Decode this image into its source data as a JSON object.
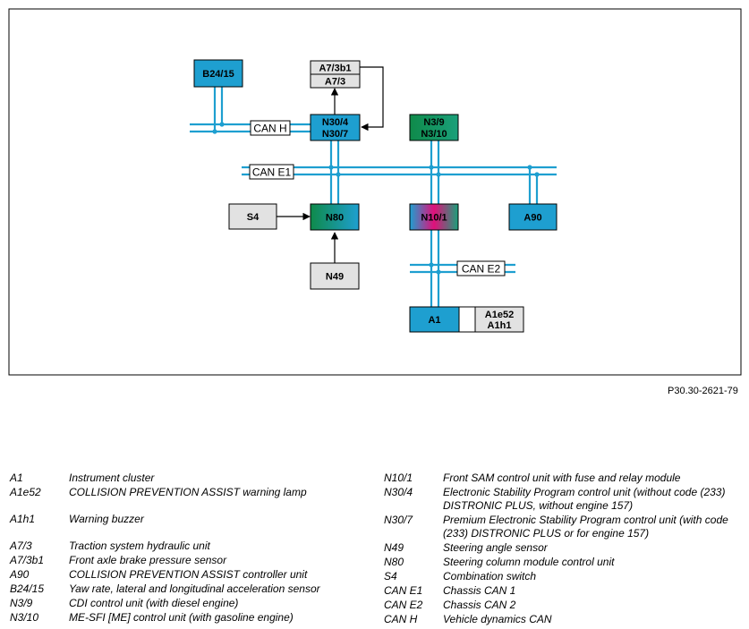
{
  "nodes": {
    "b24_15": "B24/15",
    "a7_3b1": "A7/3b1",
    "a7_3": "A7/3",
    "n30_4": "N30/4",
    "n30_7": "N30/7",
    "n3_9": "N3/9",
    "n3_10": "N3/10",
    "s4": "S4",
    "n80": "N80",
    "n10_1": "N10/1",
    "a90": "A90",
    "n49": "N49",
    "a1": "A1",
    "a1e52": "A1e52",
    "a1h1": "A1h1"
  },
  "buses": {
    "can_h": "CAN H",
    "can_e1": "CAN E1",
    "can_e2": "CAN E2"
  },
  "colors": {
    "bus": "#1e9fd0",
    "unit_blue": "#1e9fd0",
    "unit_green": "#0f8a4a",
    "unit_grey": "#e2e2e2",
    "unit_magenta": "#e0107a"
  },
  "reference": "P30.30-2621-79",
  "legend_left": [
    {
      "code": "A1",
      "desc": "Instrument cluster"
    },
    {
      "code": "A1e52",
      "desc": "COLLISION PREVENTION ASSIST warning lamp"
    },
    {
      "code": "A1h1",
      "desc": "Warning buzzer"
    },
    {
      "code": "A7/3",
      "desc": "Traction system hydraulic unit"
    },
    {
      "code": "A7/3b1",
      "desc": "Front axle brake pressure sensor"
    },
    {
      "code": "A90",
      "desc": "COLLISION PREVENTION ASSIST controller unit"
    },
    {
      "code": "B24/15",
      "desc": "Yaw rate, lateral and longitudinal acceleration sensor"
    },
    {
      "code": "N3/9",
      "desc": "CDI control unit (with diesel engine)"
    },
    {
      "code": "N3/10",
      "desc": "ME-SFI [ME] control unit (with gasoline engine)"
    }
  ],
  "legend_right": [
    {
      "code": "N10/1",
      "desc": "Front SAM control unit with fuse and relay module"
    },
    {
      "code": "N30/4",
      "desc": "Electronic Stability Program control unit (without code (233) DISTRONIC PLUS, without engine 157)"
    },
    {
      "code": "N30/7",
      "desc": "Premium Electronic Stability Program control unit (with code (233) DISTRONIC PLUS or for engine 157)"
    },
    {
      "code": "N49",
      "desc": "Steering angle sensor"
    },
    {
      "code": "N80",
      "desc": "Steering column module control unit"
    },
    {
      "code": "S4",
      "desc": "Combination switch"
    },
    {
      "code": "CAN E1",
      "desc": "Chassis CAN 1"
    },
    {
      "code": "CAN E2",
      "desc": "Chassis CAN 2"
    },
    {
      "code": "CAN H",
      "desc": "Vehicle dynamics CAN"
    }
  ]
}
